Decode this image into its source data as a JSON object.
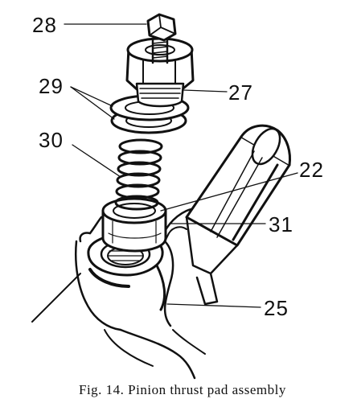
{
  "labels": {
    "bolt": "28",
    "washers": "29",
    "spring": "30",
    "locknut": "27",
    "pinion_shaft": "22",
    "thrust_pad": "31",
    "housing": "25"
  },
  "caption": "Fig. 14.  Pinion thrust pad assembly"
}
